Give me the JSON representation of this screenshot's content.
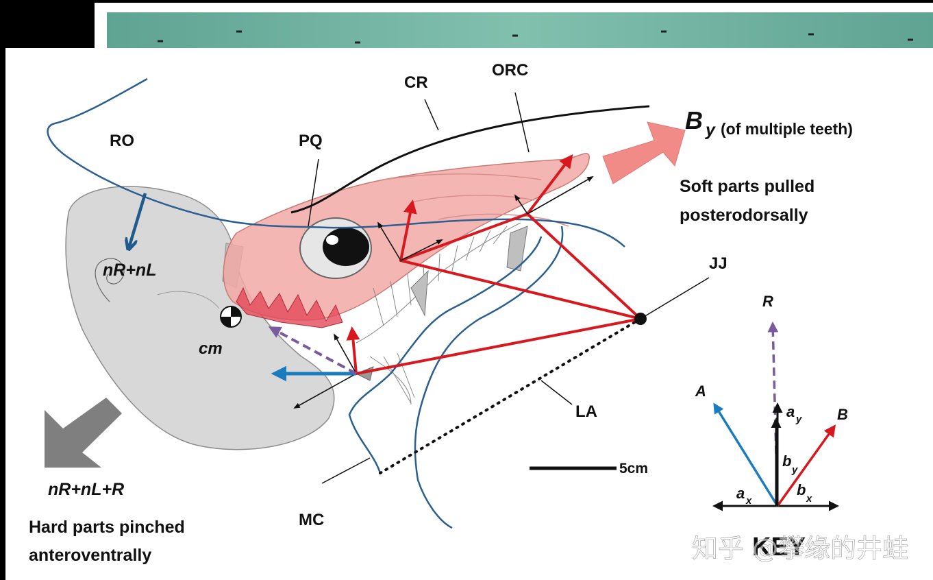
{
  "labels": {
    "ro": "RO",
    "pq": "PQ",
    "cr": "CR",
    "orc": "ORC",
    "jj": "JJ",
    "la": "LA",
    "mc": "MC",
    "cm": "cm",
    "nr_nl": "nR+nL",
    "nr_nl_r": "nR+nL+R",
    "scale": "5cm",
    "by_main": "B",
    "by_sub": "y",
    "by_note": "(of multiple teeth)",
    "soft_line1": "Soft parts pulled",
    "soft_line2": "posterodorsally",
    "hard_line1": "Hard parts pinched",
    "hard_line2": "anteroventrally"
  },
  "key": {
    "title": "KEY",
    "r": "R",
    "a": "A",
    "b": "B",
    "a_main": "a",
    "a_x_sub": "x",
    "a_y_sub": "y",
    "b_main": "b",
    "b_x_sub": "x",
    "b_y_sub": "y"
  },
  "watermark": "知乎 @攀缘的井蛙",
  "colors": {
    "soft_tissue": "#f2a9a4",
    "hard_tissue": "#d6d6d6",
    "force_red": "#d7191f",
    "force_blue": "#1a7bbf",
    "force_purple": "#7a5a9e",
    "nerve_blue": "#2a5f8f",
    "arrow_gray": "#7f7f7f",
    "teal_strip": "#6fb3a1"
  }
}
